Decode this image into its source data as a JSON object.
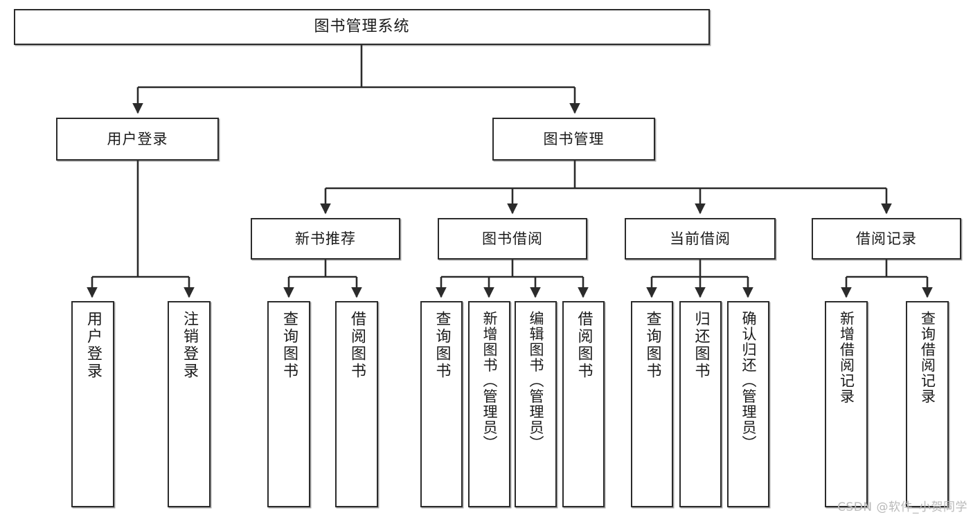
{
  "diagram": {
    "title": "图书管理系统",
    "type": "tree",
    "orientation": "top-down",
    "colors": {
      "box_border": "#2b2b2b",
      "box_fill": "#ffffff",
      "edge": "#2b2b2b",
      "text": "#1a1a1a",
      "watermark": "#b9b9b9"
    },
    "levels": {
      "root": {
        "label": "图书管理系统"
      },
      "level2": [
        {
          "label": "用户登录"
        },
        {
          "label": "图书管理"
        }
      ],
      "level3": [
        {
          "label": "新书推荐"
        },
        {
          "label": "图书借阅"
        },
        {
          "label": "当前借阅"
        },
        {
          "label": "借阅记录"
        }
      ],
      "leaves": [
        {
          "label": "用户登录",
          "parent": "用户登录"
        },
        {
          "label": "注销登录",
          "parent": "用户登录"
        },
        {
          "label": "查询图书",
          "parent": "新书推荐"
        },
        {
          "label": "借阅图书",
          "parent": "新书推荐"
        },
        {
          "label": "查询图书",
          "parent": "图书借阅"
        },
        {
          "label": "新增图书（管理员）",
          "parent": "图书借阅"
        },
        {
          "label": "编辑图书（管理员）",
          "parent": "图书借阅"
        },
        {
          "label": "借阅图书",
          "parent": "图书借阅"
        },
        {
          "label": "查询图书",
          "parent": "当前借阅"
        },
        {
          "label": "归还图书",
          "parent": "当前借阅"
        },
        {
          "label": "确认归还（管理员）",
          "parent": "当前借阅"
        },
        {
          "label": "新增借阅记录",
          "parent": "借阅记录"
        },
        {
          "label": "查询借阅记录",
          "parent": "借阅记录"
        }
      ]
    }
  },
  "watermark": {
    "text": "CSDN @软件_小贺同学"
  }
}
